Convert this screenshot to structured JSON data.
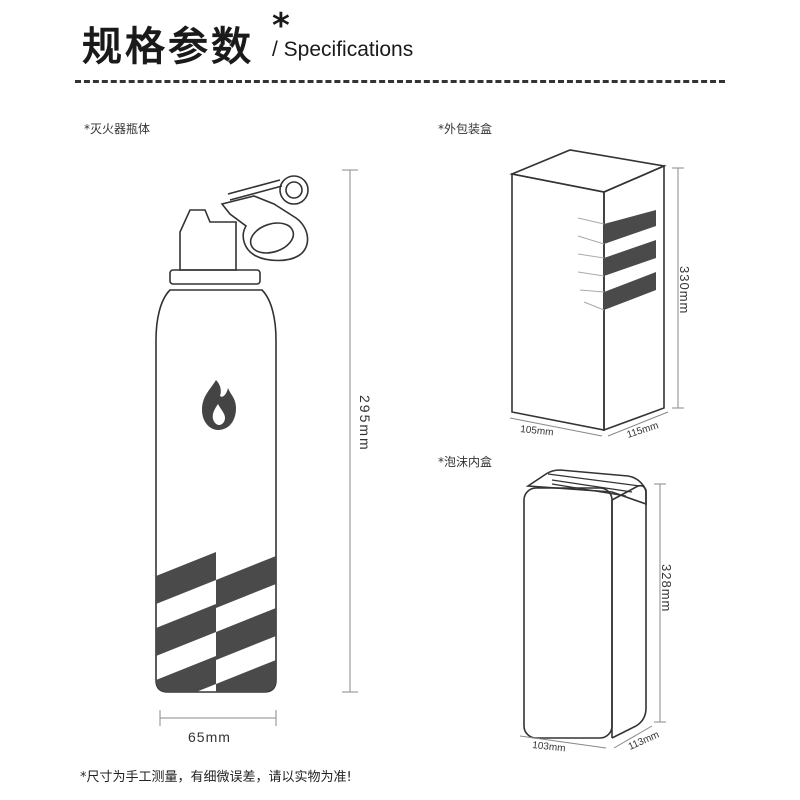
{
  "header": {
    "title_cn": "规格参数",
    "title_star": "*",
    "title_en": "/ Specifications"
  },
  "sections": {
    "extinguisher_label": "*灭火器瓶体",
    "outer_box_label": "*外包装盒",
    "foam_box_label": "*泡沫内盒"
  },
  "dimensions": {
    "bottle_height": "295mm",
    "bottle_width": "65mm",
    "outer_height": "330mm",
    "outer_width": "105mm",
    "outer_depth": "115mm",
    "foam_height": "328mm",
    "foam_width": "103mm",
    "foam_depth": "113mm"
  },
  "footnote": "*尺寸为手工测量，有细微误差，请以实物为准!",
  "colors": {
    "line": "#333333",
    "stripe": "#4a4a4a",
    "dim_line": "#888888"
  }
}
